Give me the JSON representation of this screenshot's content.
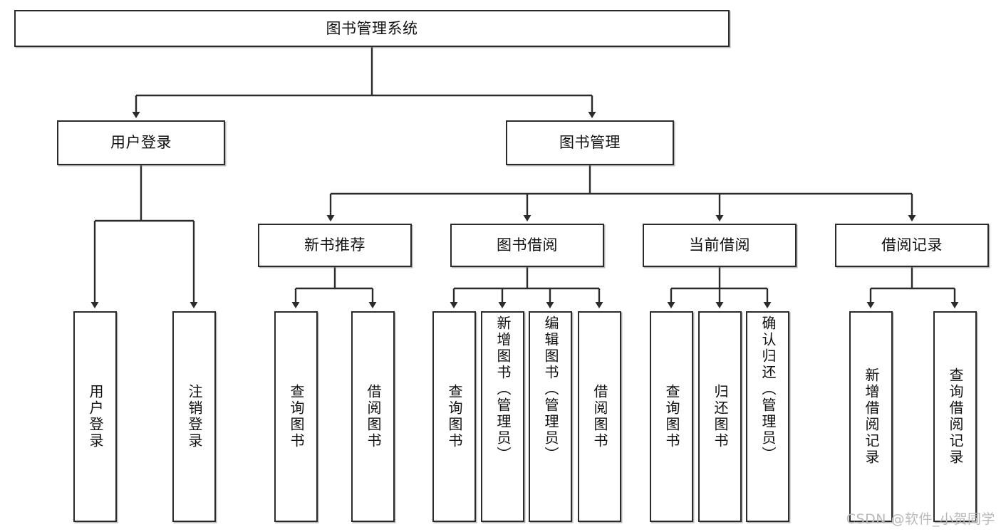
{
  "diagram": {
    "type": "tree-hierarchy",
    "title": "图书管理系统",
    "root": {
      "id": "root",
      "label": "图书管理系统",
      "orientation": "horizontal"
    },
    "level2": [
      {
        "id": "user-login",
        "label": "用户登录",
        "orientation": "horizontal"
      },
      {
        "id": "book-management",
        "label": "图书管理",
        "orientation": "horizontal"
      }
    ],
    "level3": [
      {
        "id": "new-book-recommend",
        "label": "新书推荐",
        "orientation": "horizontal",
        "parent": "book-management"
      },
      {
        "id": "book-borrow",
        "label": "图书借阅",
        "orientation": "horizontal",
        "parent": "book-management"
      },
      {
        "id": "current-borrow",
        "label": "当前借阅",
        "orientation": "horizontal",
        "parent": "book-management"
      },
      {
        "id": "borrow-record",
        "label": "借阅记录",
        "orientation": "horizontal",
        "parent": "book-management"
      }
    ],
    "leaves": [
      {
        "id": "leaf-user-login",
        "label": "用户登录",
        "parent": "user-login"
      },
      {
        "id": "leaf-user-logout",
        "label": "注销登录",
        "parent": "user-login"
      },
      {
        "id": "leaf-query-book-1",
        "label": "查询图书",
        "parent": "new-book-recommend"
      },
      {
        "id": "leaf-borrow-book-1",
        "label": "借阅图书",
        "parent": "new-book-recommend"
      },
      {
        "id": "leaf-query-book-2",
        "label": "查询图书",
        "parent": "book-borrow"
      },
      {
        "id": "leaf-add-book",
        "label": "新增图书（管理员）",
        "parent": "book-borrow"
      },
      {
        "id": "leaf-edit-book",
        "label": "编辑图书（管理员）",
        "parent": "book-borrow"
      },
      {
        "id": "leaf-borrow-book-2",
        "label": "借阅图书",
        "parent": "book-borrow"
      },
      {
        "id": "leaf-query-book-3",
        "label": "查询图书",
        "parent": "current-borrow"
      },
      {
        "id": "leaf-return-book",
        "label": "归还图书",
        "parent": "current-borrow"
      },
      {
        "id": "leaf-confirm-return",
        "label": "确认归还（管理员）",
        "parent": "current-borrow"
      },
      {
        "id": "leaf-add-record",
        "label": "新增借阅记录",
        "parent": "borrow-record"
      },
      {
        "id": "leaf-query-record",
        "label": "查询借阅记录",
        "parent": "borrow-record"
      }
    ],
    "colors": {
      "box_border": "#2b2b2b",
      "box_fill": "#ffffff",
      "connector": "#2b2b2b",
      "watermark": "#b9b9b9",
      "background": "#ffffff"
    }
  },
  "watermark": {
    "text": "CSDN @软件_小贺同学"
  }
}
